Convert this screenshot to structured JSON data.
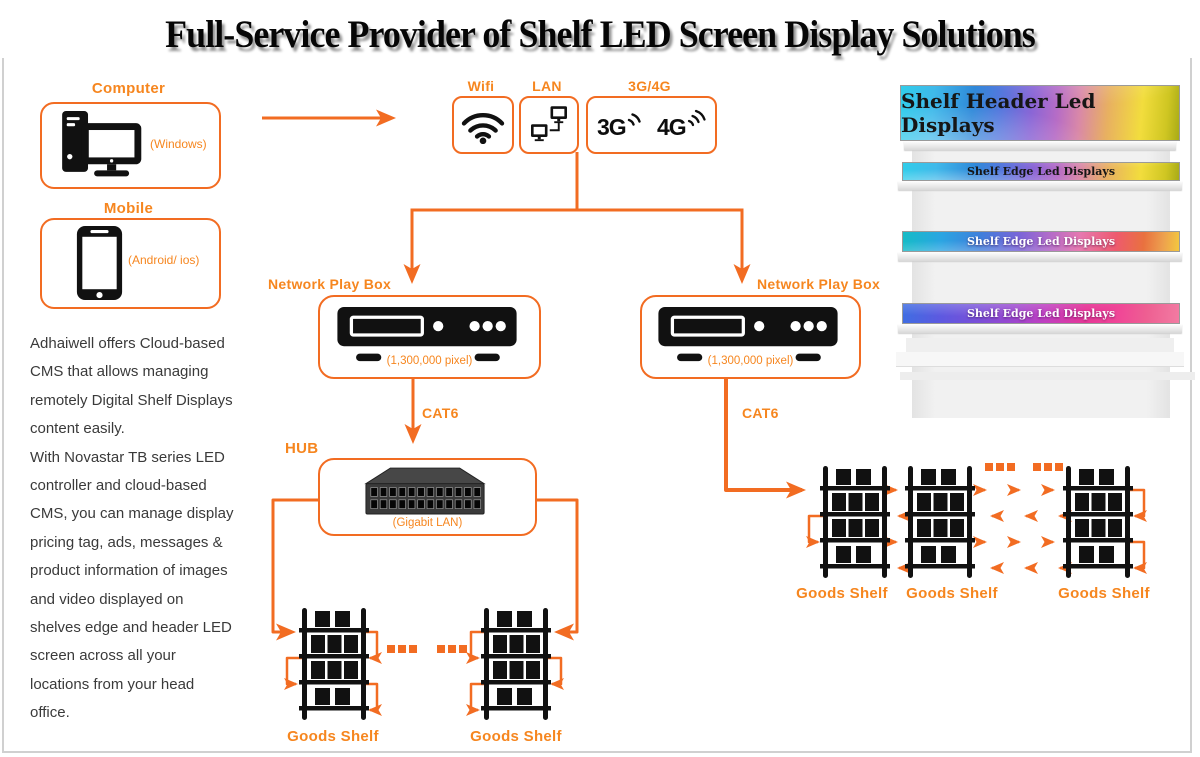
{
  "title": "Full-Service Provider of Shelf LED Screen Display Solutions",
  "colors": {
    "accent": "#f26c22",
    "label_orange": "#f6861f",
    "icon_black": "#111111",
    "text": "#3a3a3a"
  },
  "left_panel": {
    "computer": {
      "label": "Computer",
      "sub": "(Windows)"
    },
    "mobile": {
      "label": "Mobile",
      "sub": "(Android/ ios)"
    },
    "description": "Adhaiwell offers Cloud-based\nCMS that allows managing\nremotely Digital Shelf Displays\ncontent easily.\nWith Novastar TB series LED\ncontroller and cloud-based\nCMS, you can manage display\npricing tag, ads, messages &\nproduct information of images\nand video displayed on\nshelves edge and header LED\nscreen across all your\nlocations from your head\noffice."
  },
  "connectivity": {
    "wifi": "Wifi",
    "lan": "LAN",
    "cellular": "3G/4G",
    "g3": "3G",
    "g4": "4G"
  },
  "network": {
    "playbox_left": {
      "label": "Network Play Box",
      "pixels": "(1,300,000 pixel)"
    },
    "playbox_right": {
      "label": "Network Play Box",
      "pixels": "(1,300,000 pixel)"
    },
    "cat6_left": "CAT6",
    "cat6_right": "CAT6",
    "hub": {
      "label": "HUB",
      "sub": "(Gigabit LAN)"
    }
  },
  "goods_shelves": [
    "Goods Shelf",
    "Goods Shelf",
    "Goods Shelf",
    "Goods Shelf",
    "Goods Shelf"
  ],
  "display_stand": {
    "header": "Shelf Header Led Displays",
    "edge1": "Shelf Edge Led Displays",
    "edge2": "Shelf Edge Led Displays",
    "edge3": "Shelf Edge Led Displays"
  }
}
